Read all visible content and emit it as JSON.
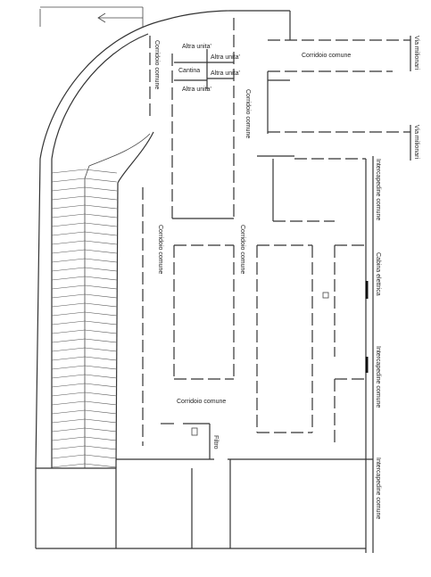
{
  "labels": {
    "corridoio_comune_top": "Corridoio comune",
    "corridoio_comune_vertical_left": "Corridoio comune",
    "corridoio_comune_vertical_mid": "Corridoio comune",
    "corridoio_comune_left_long": "Corridoio comune",
    "corridoio_comune_center": "Corridoio comune",
    "corridoio_comune_bottom": "Corridoio comune",
    "altra_unita_1": "Altra unita'",
    "altra_unita_2": "Altra unita'",
    "altra_unita_3": "Altra unita'",
    "altra_unita_4": "Altra unita'",
    "cantina": "Cantina",
    "via_milionari_1": "Via milionari",
    "via_milionari_2": "Via milionari",
    "intercapedine_comune_1": "Intercapedine comune",
    "cabina_elettrica": "Cabina elettrica",
    "intercapedine_comune_2": "Intercapedine comune",
    "intercapedine_comune_3": "Intercapedine comune",
    "filtro": "Filtro"
  }
}
